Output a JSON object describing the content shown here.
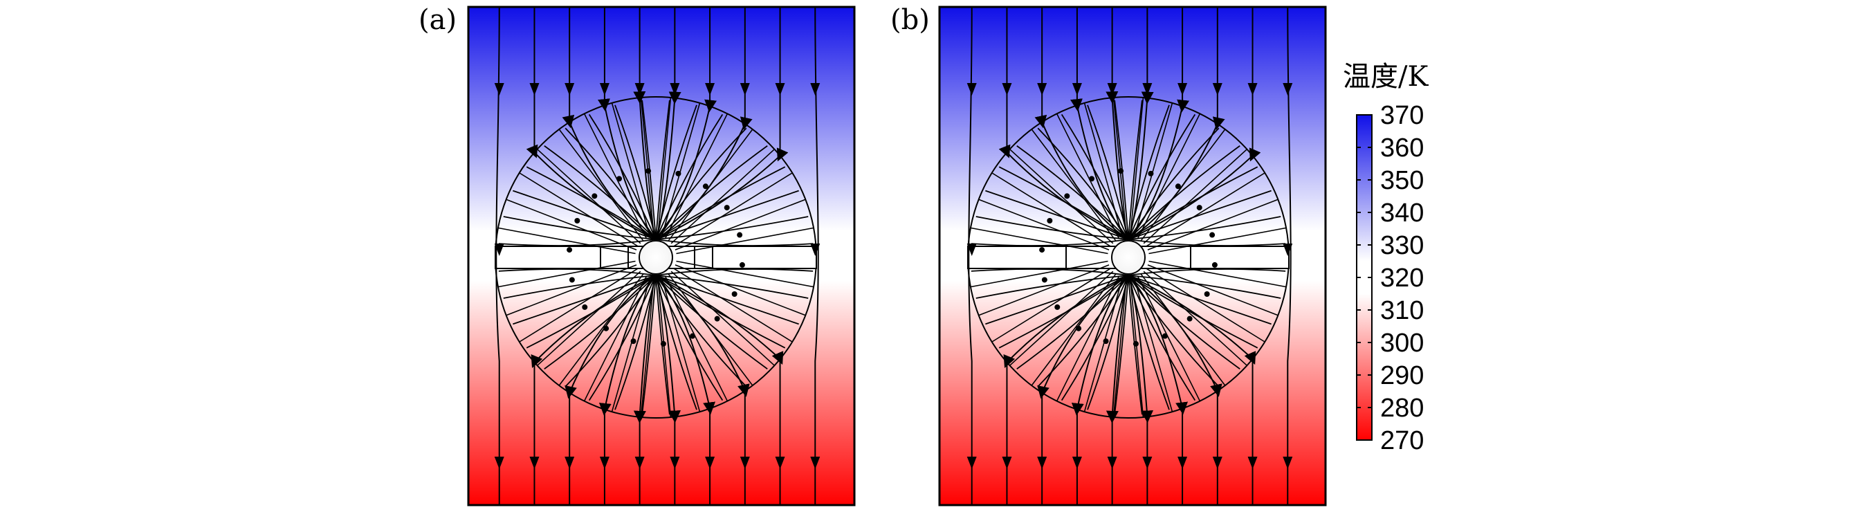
{
  "chart_data": {
    "type": "heatmap",
    "panels": [
      {
        "label": "(a)",
        "cloak_shape": "circle",
        "core": "with side inserts"
      },
      {
        "label": "(b)",
        "cloak_shape": "circle",
        "core": "with uniform strip"
      }
    ],
    "colorbar": {
      "title": "温度/K",
      "ticks": [
        "370",
        "360",
        "350",
        "340",
        "330",
        "320",
        "310",
        "300",
        "290",
        "280",
        "270"
      ],
      "range": [
        270,
        370
      ],
      "colors": {
        "high": "#1010e8",
        "mid": "#ffffff",
        "low": "#ff0000"
      }
    },
    "streamline_color": "#000000"
  }
}
